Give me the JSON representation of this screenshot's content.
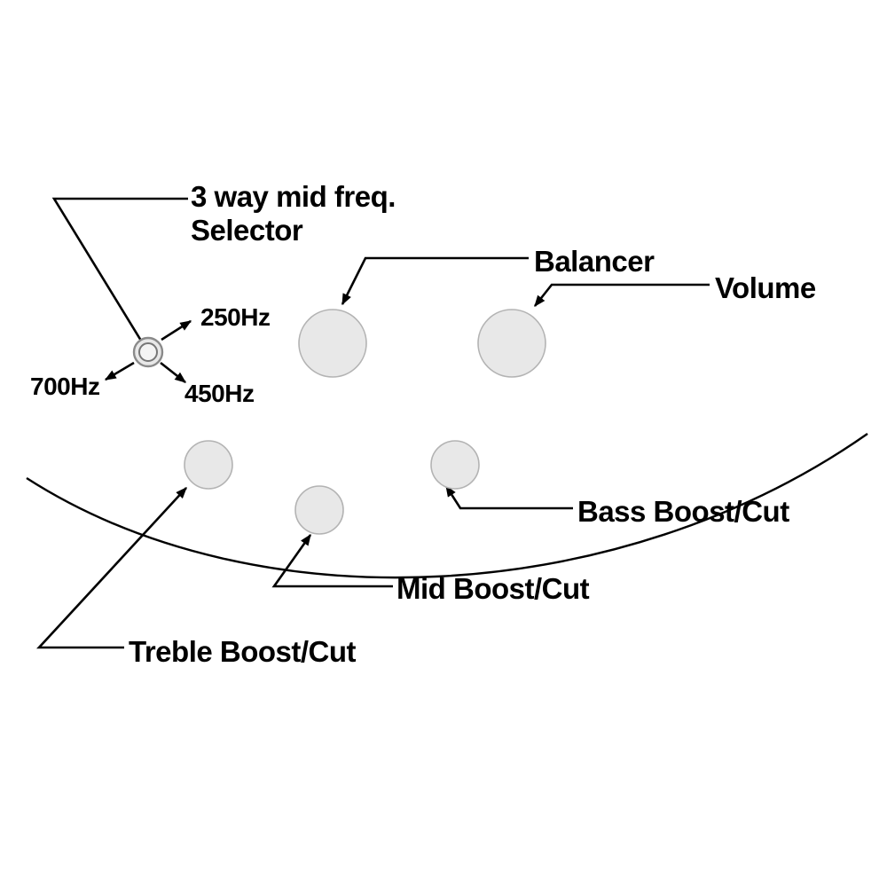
{
  "colors": {
    "background": "#ffffff",
    "line": "#000000",
    "text": "#000000",
    "knob_fill": "#e8e8e8",
    "knob_stroke": "#b3b3b3",
    "selector_inner_fill": "#f4f4f4",
    "selector_ring_stroke": "#8a8a8a"
  },
  "labels": {
    "selector_line1": "3 way mid freq.",
    "selector_line2": "Selector",
    "freq_250": "250Hz",
    "freq_700": "700Hz",
    "freq_450": "450Hz",
    "balancer": "Balancer",
    "volume": "Volume",
    "bass": "Bass Boost/Cut",
    "mid": "Mid Boost/Cut",
    "treble": "Treble Boost/Cut"
  },
  "knobs": [
    {
      "name": "mid-freq-selector-switch"
    },
    {
      "name": "balancer-knob"
    },
    {
      "name": "volume-knob"
    },
    {
      "name": "treble-boost-cut-knob"
    },
    {
      "name": "mid-boost-cut-knob"
    },
    {
      "name": "bass-boost-cut-knob"
    }
  ]
}
